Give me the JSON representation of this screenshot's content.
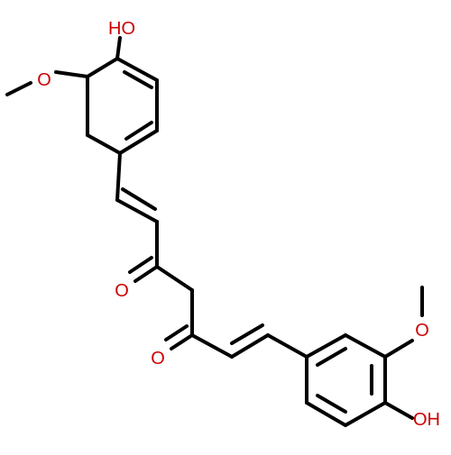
{
  "molecule": {
    "atom_labels": {
      "hydroxyl_top": "HO",
      "methoxy_oxygen_top": "O",
      "ketone_oxygen_upper": "O",
      "ketone_oxygen_lower": "O",
      "methoxy_oxygen_right": "O",
      "hydroxyl_bottom": "OH"
    }
  },
  "colors": {
    "bond": "#000000",
    "oxygen": "#cc0000",
    "background": "#ffffff"
  }
}
